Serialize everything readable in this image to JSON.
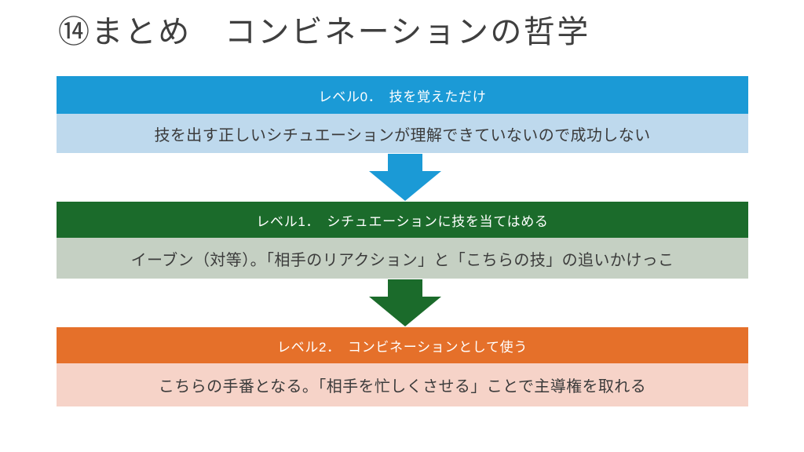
{
  "slide": {
    "title": "⑭まとめ　コンビネーションの哲学",
    "background_color": "#ffffff",
    "title_color": "#3f3f3f"
  },
  "levels": [
    {
      "header_label": "レベル0．　技を覚えただけ",
      "body_label": "技を出す正しいシチュエーションが理解できていないので成功しない",
      "header_color": "#1b9ad6",
      "body_color": "#bed9ed",
      "header_text_color": "#ffffff",
      "body_text_color": "#3b3b3b"
    },
    {
      "header_label": "レベル1．　シチュエーションに技を当てはめる",
      "body_label": "イーブン（対等）。「相手のリアクション」と「こちらの技」の追いかけっこ",
      "header_color": "#1b6b2b",
      "body_color": "#c5d0c3",
      "header_text_color": "#ffffff",
      "body_text_color": "#3b3b3b"
    },
    {
      "header_label": "レベル2．　コンビネーションとして使う",
      "body_label": "こちらの手番となる。「相手を忙しくさせる」ことで主導権を取れる",
      "header_color": "#e5702a",
      "body_color": "#f6d3c8",
      "header_text_color": "#ffffff",
      "body_text_color": "#3b3b3b"
    }
  ],
  "arrows": [
    {
      "icon": "arrow-down-icon",
      "color": "#1b9ad6"
    },
    {
      "icon": "arrow-down-icon",
      "color": "#1b6b2b"
    }
  ]
}
